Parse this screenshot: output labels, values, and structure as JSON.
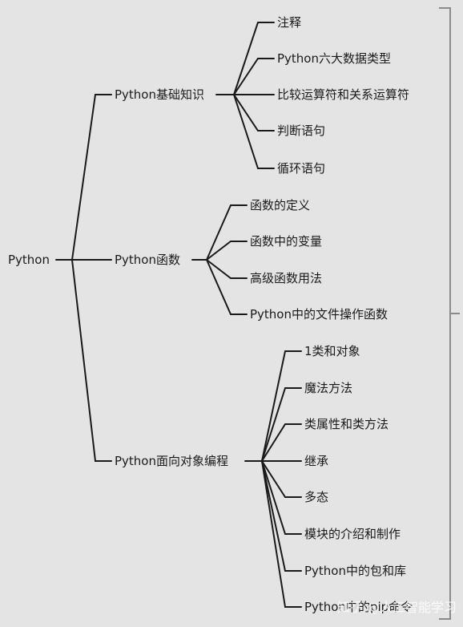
{
  "root": {
    "label": "Python"
  },
  "branches": [
    {
      "label": "Python基础知识",
      "children": [
        "注释",
        "Python六大数据类型",
        "比较运算符和关系运算符",
        "判断语句",
        "循环语句"
      ]
    },
    {
      "label": "Python函数",
      "children": [
        "函数的定义",
        "函数中的变量",
        "高级函数用法",
        "Python中的文件操作函数"
      ]
    },
    {
      "label": "Python面向对象编程",
      "children": [
        "1类和对象",
        "魔法方法",
        "类属性和类方法",
        "继承",
        "多态",
        "模块的介绍和制作",
        "Python中的包和库",
        "Python中的pip命令"
      ]
    }
  ],
  "watermark": "知乎 @人工智能学习",
  "colors": {
    "background": "#e4e4e4",
    "line": "#1a1a1a",
    "bracket": "#8a8a8a",
    "text": "#1a1a1a"
  }
}
